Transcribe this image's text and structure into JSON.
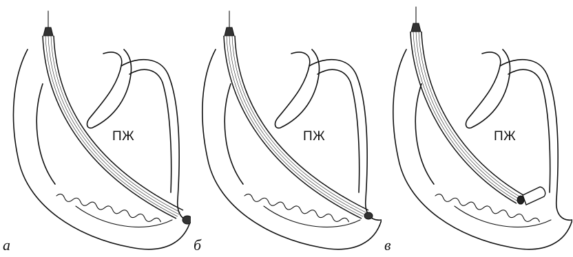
{
  "figure": {
    "panels": [
      {
        "letter": "а",
        "chamber_label": "ПЖ",
        "tip_variant": "balloon-tip"
      },
      {
        "letter": "б",
        "chamber_label": "ПЖ",
        "tip_variant": "small-tip"
      },
      {
        "letter": "в",
        "chamber_label": "ПЖ",
        "tip_variant": "extended-sheath"
      }
    ]
  }
}
